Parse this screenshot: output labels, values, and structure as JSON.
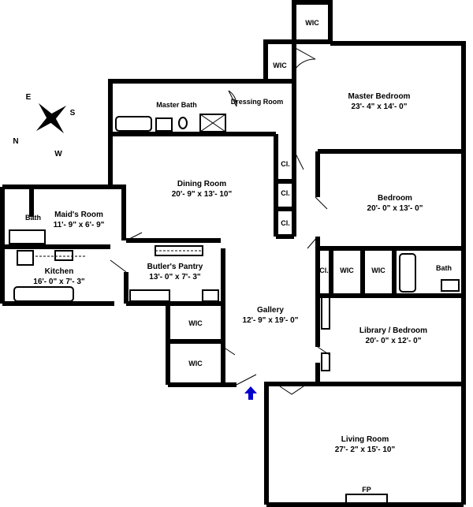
{
  "compass": {
    "n": "N",
    "s": "S",
    "e": "E",
    "w": "W"
  },
  "rooms": {
    "wic_top": "WIC",
    "wic_dressing": "WIC",
    "master_bedroom": {
      "name": "Master Bedroom",
      "size": "23'- 4\" x 14'- 0\""
    },
    "master_bath": "Master Bath",
    "dressing_room": "Dressing Room",
    "dining_room": {
      "name": "Dining Room",
      "size": "20'- 9\" x 13'- 10\""
    },
    "closet_1": "Cl.",
    "closet_2": "Cl.",
    "closet_3": "Cl.",
    "closet_4": "Cl.",
    "bedroom": {
      "name": "Bedroom",
      "size": "20'- 0\" x 13'- 0\""
    },
    "maids_room": {
      "name": "Maid's Room",
      "size": "11'- 9\" x 6'- 9\""
    },
    "maid_bath": "Bath",
    "kitchen": {
      "name": "Kitchen",
      "size": "16'- 0\" x 7'- 3\""
    },
    "butlers_pantry": {
      "name": "Butler's Pantry",
      "size": "13'- 0\" x 7'- 3\""
    },
    "wic_1": "WIC",
    "wic_2": "WIC",
    "wic_3": "WIC",
    "wic_4": "WIC",
    "bath": "Bath",
    "gallery": {
      "name": "Gallery",
      "size": "12'- 9\" x 19'- 0\""
    },
    "library": {
      "name": "Library / Bedroom",
      "size": "20'- 0\" x 12'- 0\""
    },
    "living_room": {
      "name": "Living Room",
      "size": "27'- 2\" x 15'- 10\""
    },
    "fireplace": "FP"
  },
  "entry_arrow_color": "#0000cc"
}
